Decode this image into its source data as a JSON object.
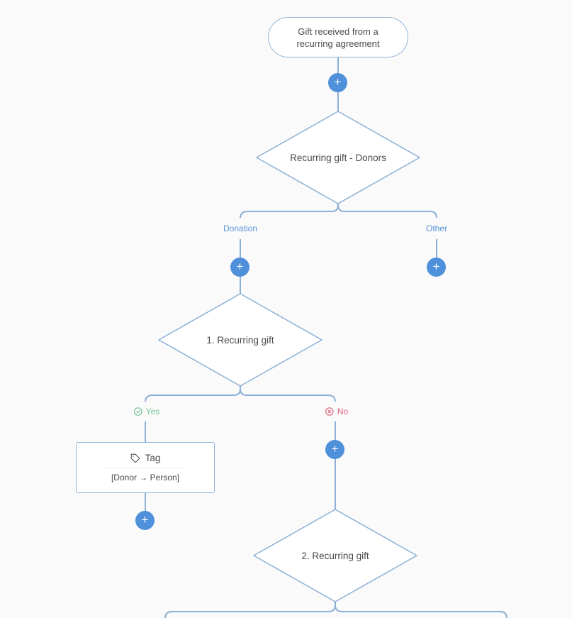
{
  "colors": {
    "background": "#fafafa",
    "connector": "#8cb0d6",
    "node_border": "#90b4da",
    "node_background": "#ffffff",
    "node_text": "#4a4a4a",
    "plus_button": "#4f90da",
    "branch_label": "#5b94d8",
    "yes_label": "#74c294",
    "no_label": "#e2647f"
  },
  "flow": {
    "trigger": {
      "label": "Gift received from a recurring agreement"
    },
    "decision_donors": {
      "label": "Recurring gift - Donors"
    },
    "branches_donors": {
      "left": "Donation",
      "right": "Other"
    },
    "decision_recurring_1": {
      "label": "1. Recurring gift"
    },
    "branches_recurring_1": {
      "yes": "Yes",
      "no": "No"
    },
    "action_tag": {
      "title": "Tag",
      "detail": "[Donor → Person]"
    },
    "decision_recurring_2": {
      "label": "2. Recurring gift"
    },
    "plus": "+"
  },
  "icons": {
    "plus": "plus-icon",
    "yes": "check-circle-icon",
    "no": "x-circle-icon",
    "tag": "tag-icon"
  }
}
